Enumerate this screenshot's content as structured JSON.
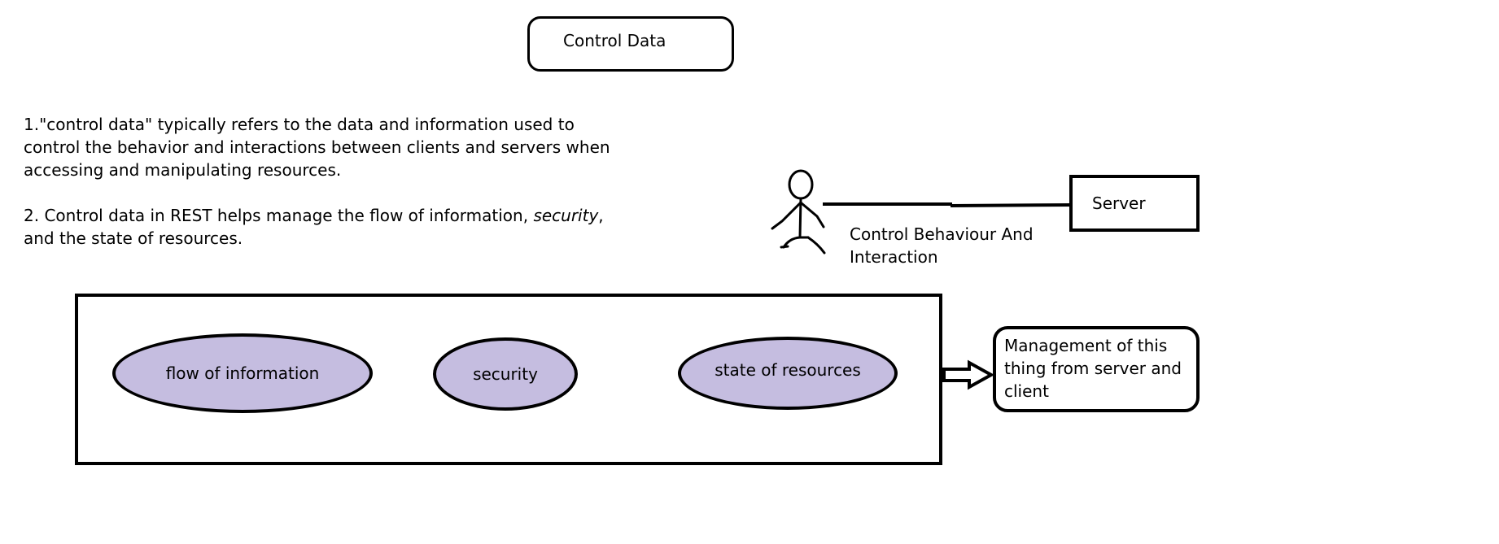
{
  "title": "Control Data",
  "description": {
    "point1_lines": [
      "1.\"control data\" typically refers to the data and information used to",
      "control the behavior and interactions between clients and servers when",
      "accessing and manipulating resources."
    ],
    "point2_line1_before": "2. Control data in REST helps manage the flow of information, ",
    "point2_line1_italic": "security",
    "point2_line1_after": ",",
    "point2_line2": "and the state of resources."
  },
  "actor_link": {
    "label_lines": [
      "Control Behaviour And",
      "Interaction"
    ]
  },
  "server": {
    "label": "Server"
  },
  "concepts": [
    {
      "label": "flow of information"
    },
    {
      "label": "security"
    },
    {
      "label": "state of resources"
    }
  ],
  "management": {
    "label_lines": [
      "Management of this",
      "thing from server and",
      "client"
    ]
  },
  "colors": {
    "ellipse_fill": "#c5bde0",
    "stroke": "#000000"
  },
  "icons": [
    "stick-figure-actor-icon",
    "hollow-arrow-right-icon"
  ]
}
